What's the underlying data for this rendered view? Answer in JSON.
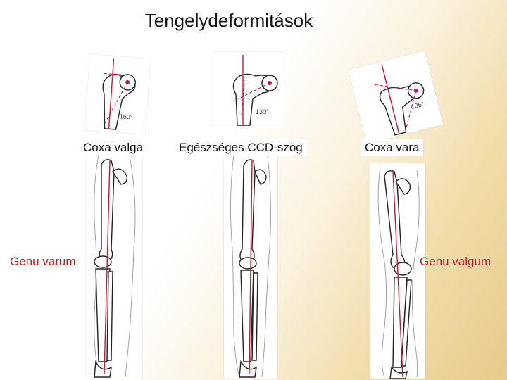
{
  "title": "Tengelydeformitások",
  "panels": {
    "left": {
      "label": "Coxa valga",
      "angle": "160°"
    },
    "center": {
      "label": "Egészséges CCD-szög",
      "angle": "130°"
    },
    "right": {
      "label": "Coxa vara",
      "angle": "105°"
    }
  },
  "legs": {
    "left": {
      "label": "Genu varum"
    },
    "right": {
      "label": "Genu valgum"
    }
  },
  "colors": {
    "axis": "#c21a2b",
    "dash": "#c2186a",
    "label_red": "#cc1111"
  }
}
